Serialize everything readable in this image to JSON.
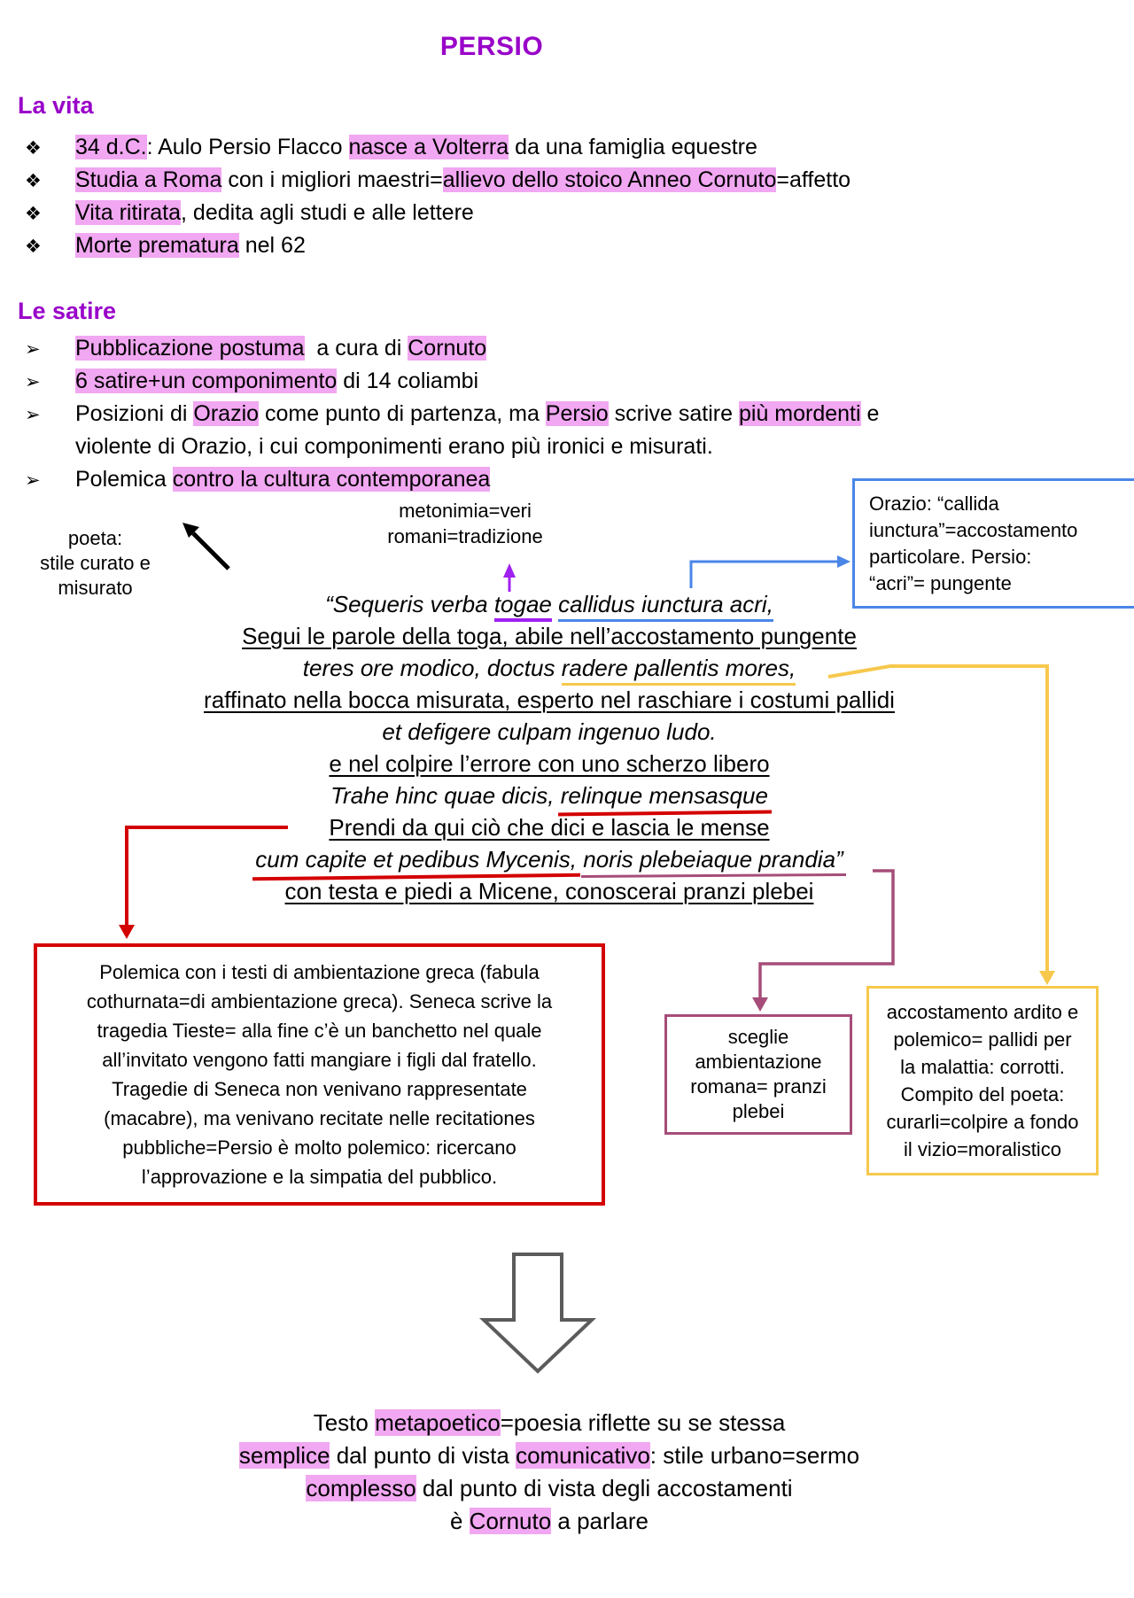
{
  "title": "PERSIO",
  "colors": {
    "heading_purple": "#9902C9",
    "highlight_pink": "#F1A7F1",
    "blue_accent": "#4A86E8",
    "red_accent": "#D40000",
    "maroon_accent": "#A64D79",
    "yellow_accent": "#F7C84C",
    "purple_underline": "#A020F0",
    "grey_arrow": "#5B5B5B"
  },
  "sections": {
    "la_vita": {
      "heading": "La vita",
      "marker": "❖",
      "items": [
        {
          "segs": [
            {
              "t": "34 d.C.",
              "m": "hl"
            },
            {
              "t": ": Aulo Persio Flacco ",
              "m": ""
            },
            {
              "t": "nasce a Volterra",
              "m": "hl"
            },
            {
              "t": " da una famiglia equestre",
              "m": ""
            }
          ]
        },
        {
          "segs": [
            {
              "t": "Studia a Roma",
              "m": "hl"
            },
            {
              "t": " con i migliori maestri=",
              "m": ""
            },
            {
              "t": "allievo dello stoico Anneo Cornuto",
              "m": "hl"
            },
            {
              "t": "=affetto",
              "m": ""
            }
          ]
        },
        {
          "segs": [
            {
              "t": "Vita ritirata",
              "m": "hl"
            },
            {
              "t": ", dedita agli studi e alle lettere",
              "m": ""
            }
          ]
        },
        {
          "segs": [
            {
              "t": "Morte prematura",
              "m": "hl"
            },
            {
              "t": " nel 62",
              "m": ""
            }
          ]
        }
      ]
    },
    "le_satire": {
      "heading": "Le satire",
      "marker": "➢",
      "items": [
        {
          "segs": [
            {
              "t": "Pubblicazione postuma",
              "m": "hl"
            },
            {
              "t": "  a cura di ",
              "m": ""
            },
            {
              "t": "Cornuto",
              "m": "hl"
            }
          ]
        },
        {
          "segs": [
            {
              "t": "6 satire+un componimento",
              "m": "hl"
            },
            {
              "t": " di 14 coliambi",
              "m": ""
            }
          ]
        },
        {
          "segs": [
            {
              "t": "Posizioni di ",
              "m": ""
            },
            {
              "t": "Orazio",
              "m": "hl"
            },
            {
              "t": " come punto di partenza, ma ",
              "m": ""
            },
            {
              "t": "Persio",
              "m": "hl"
            },
            {
              "t": " scrive satire ",
              "m": ""
            },
            {
              "t": "più mordenti",
              "m": "hl"
            },
            {
              "t": " e",
              "m": ""
            }
          ]
        },
        {
          "cont": true,
          "segs": [
            {
              "t": "violente di Orazio, i cui componimenti erano più ironici e misurati.",
              "m": ""
            }
          ]
        },
        {
          "segs": [
            {
              "t": "Polemica ",
              "m": ""
            },
            {
              "t": "contro la cultura contemporanea",
              "m": "hl"
            }
          ]
        }
      ]
    }
  },
  "labels": {
    "metonimia": [
      "metonimia=veri",
      "romani=tradizione"
    ],
    "poeta": [
      "poeta:",
      "stile curato e",
      "misurato"
    ]
  },
  "blue_box": {
    "lines": [
      "Orazio: “callida",
      "iunctura”=accostamento",
      "particolare. Persio:",
      "“acri”= pungente"
    ]
  },
  "poem": {
    "lines": [
      {
        "cls": "latin",
        "segs": [
          {
            "t": "“Sequeris verba ",
            "m": ""
          },
          {
            "t": "togae",
            "m": "u-purple"
          },
          {
            "t": " ",
            "m": ""
          },
          {
            "t": "callidus iunctura acri,",
            "m": "u-blue"
          }
        ]
      },
      {
        "cls": "transl",
        "segs": [
          {
            "t": "Segui le parole della toga, abile nell’accostamento pungente",
            "m": ""
          }
        ]
      },
      {
        "cls": "latin",
        "segs": [
          {
            "t": "teres ore modico, doctus ",
            "m": ""
          },
          {
            "t": "radere pallentis mores,",
            "m": "u-yellow"
          }
        ]
      },
      {
        "cls": "transl",
        "segs": [
          {
            "t": "raffinato nella bocca misurata, esperto nel raschiare i costumi pallidi",
            "m": ""
          }
        ]
      },
      {
        "cls": "latin",
        "segs": [
          {
            "t": "et defigere culpam ingenuo ludo.",
            "m": ""
          }
        ]
      },
      {
        "cls": "transl",
        "segs": [
          {
            "t": "e nel colpire l’errore con uno scherzo libero",
            "m": ""
          }
        ]
      },
      {
        "cls": "latin",
        "segs": [
          {
            "t": "Trahe hinc quae dicis, ",
            "m": ""
          },
          {
            "t": "relinque mensasque",
            "m": "u-red"
          }
        ]
      },
      {
        "cls": "transl",
        "segs": [
          {
            "t": "Prendi da qui ciò che dici e lascia le mense",
            "m": ""
          }
        ]
      },
      {
        "cls": "latin",
        "segs": [
          {
            "t": "cum capite et pedibus Mycenis,",
            "m": "u-red"
          },
          {
            "t": " ",
            "m": ""
          },
          {
            "t": "noris plebeiaque prandia”",
            "m": "u-maroon"
          }
        ]
      },
      {
        "cls": "transl",
        "segs": [
          {
            "t": "con testa e piedi a Micene, conoscerai pranzi plebei",
            "m": ""
          }
        ]
      }
    ]
  },
  "red_box": {
    "lines": [
      "Polemica con i testi di ambientazione greca (fabula",
      "cothurnata=di ambientazione greca). Seneca scrive la",
      "tragedia Tieste= alla fine c’è un banchetto nel quale",
      "all’invitato vengono fatti mangiare i figli dal fratello.",
      "Tragedie di Seneca non venivano rappresentate",
      "(macabre), ma venivano recitate nelle recitationes",
      "pubbliche=Persio è molto polemico: ricercano",
      "l’approvazione e la simpatia del pubblico."
    ]
  },
  "purple_box": {
    "lines": [
      "sceglie",
      "ambientazione",
      "romana= pranzi",
      "plebei"
    ]
  },
  "yellow_box": {
    "lines": [
      "accostamento ardito e",
      "polemico= pallidi per",
      "la malattia: corrotti.",
      "Compito del poeta:",
      "curarli=colpire a fondo",
      "il vizio=moralistico"
    ]
  },
  "conclusion": {
    "lines": [
      {
        "segs": [
          {
            "t": "Testo ",
            "m": ""
          },
          {
            "t": "metapoetico",
            "m": "hl"
          },
          {
            "t": "=poesia riflette su se stessa",
            "m": ""
          }
        ]
      },
      {
        "segs": [
          {
            "t": "semplice",
            "m": "hl"
          },
          {
            "t": " dal punto di vista ",
            "m": ""
          },
          {
            "t": "comunicativo",
            "m": "hl"
          },
          {
            "t": ": stile urbano=sermo",
            "m": ""
          }
        ]
      },
      {
        "segs": [
          {
            "t": "complesso",
            "m": "hl"
          },
          {
            "t": " dal punto di vista degli accostamenti",
            "m": ""
          }
        ]
      },
      {
        "segs": [
          {
            "t": "è ",
            "m": ""
          },
          {
            "t": "Cornuto",
            "m": "hl"
          },
          {
            "t": " a parlare",
            "m": ""
          }
        ]
      }
    ]
  }
}
